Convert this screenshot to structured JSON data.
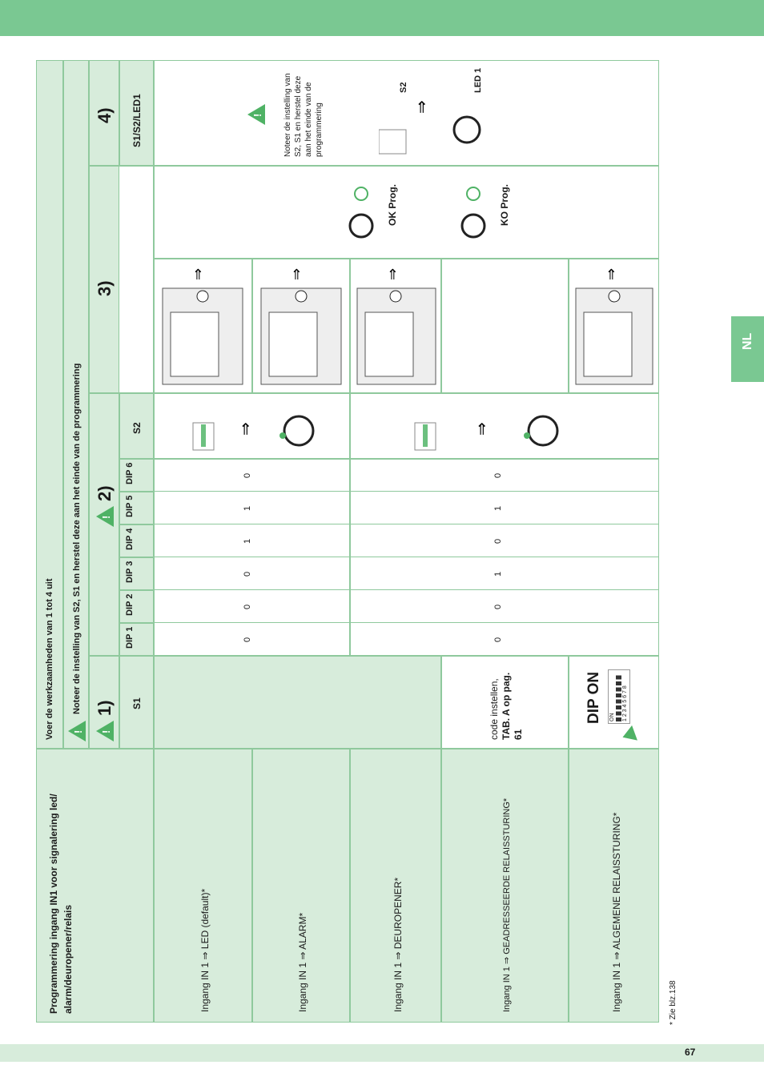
{
  "page": {
    "number": "67",
    "lang_tab": "NL",
    "footnote": "* Zie blz.138"
  },
  "header": {
    "title": "Programmering ingang IN1 voor signalering led/ alarm/deuropener/relais",
    "instruction1": "Voer de werkzaamheden van 1 tot 4 uit",
    "instruction2": "Noteer de instelling van S2, S1 en herstel deze aan het einde van de programmering"
  },
  "steps": {
    "s1": "1)",
    "s2": "2)",
    "s3": "3)",
    "s4": "4)"
  },
  "columns": {
    "s1": "S1",
    "dips": [
      "DIP 1",
      "DIP 2",
      "DIP 3",
      "DIP 4",
      "DIP 5",
      "DIP 6"
    ],
    "s2": "S2",
    "s4": "S1/S2/LED1"
  },
  "rows": [
    {
      "label": "Ingang IN 1 ⇒ LED (default)*"
    },
    {
      "label": "Ingang IN 1 ⇒ ALARM*"
    },
    {
      "label": "Ingang IN 1 ⇒ DEUROPENER*"
    },
    {
      "label": "Ingang IN 1 ⇒ GEADRESSEERDE RELAISSTURING*"
    },
    {
      "label": "Ingang IN 1 ⇒ ALGEMENE RELAISSTURING*"
    }
  ],
  "dip_groups": [
    {
      "values": [
        "0",
        "0",
        "0",
        "1",
        "1",
        "0"
      ]
    },
    {
      "values": [
        "0",
        "0",
        "1",
        "0",
        "1",
        "0"
      ]
    }
  ],
  "s1_code": {
    "text1": "code instellen,",
    "text2": "TAB. A op pag. 61"
  },
  "dip_on": {
    "label": "DIP ON",
    "switch_on": "ON",
    "switch_nums": "1 2 3 4 5 6 7 8"
  },
  "prog": {
    "ok": "OK Prog.",
    "ko": "KO Prog."
  },
  "step4": {
    "note": "Noteer de instelling van S2, S1 en herstel deze aan het einde van de programmering",
    "s2": "S2",
    "led": "LED 1"
  },
  "colors": {
    "brand_green": "#7ac892",
    "light_green": "#d7ecdb",
    "border": "#8fc99d",
    "warning": "#4fb265"
  }
}
